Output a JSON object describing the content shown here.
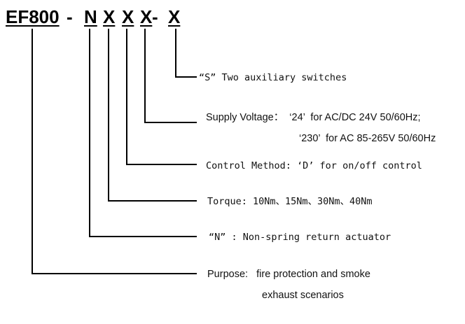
{
  "code": {
    "prefix": "EF800",
    "dash1": "-",
    "n": "N",
    "x1": "X",
    "x2": "X",
    "x3": "X",
    "dash2": "-",
    "x4": "X"
  },
  "labels": {
    "switches": "“S” Two auxiliary switches",
    "voltage_1": "Supply Voltage：  ‘24’  for AC/DC 24V 50/60Hz;",
    "voltage_2": "‘230’  for AC 85-265V 50/60Hz",
    "control": "Control Method: ‘D’ for on/off control",
    "torque": "Torque: 10Nm、15Nm、30Nm、40Nm",
    "return": "“N” : Non-spring return actuator",
    "purpose_1": "Purpose:   fire protection and smoke",
    "purpose_2": "exhaust scenarios"
  }
}
